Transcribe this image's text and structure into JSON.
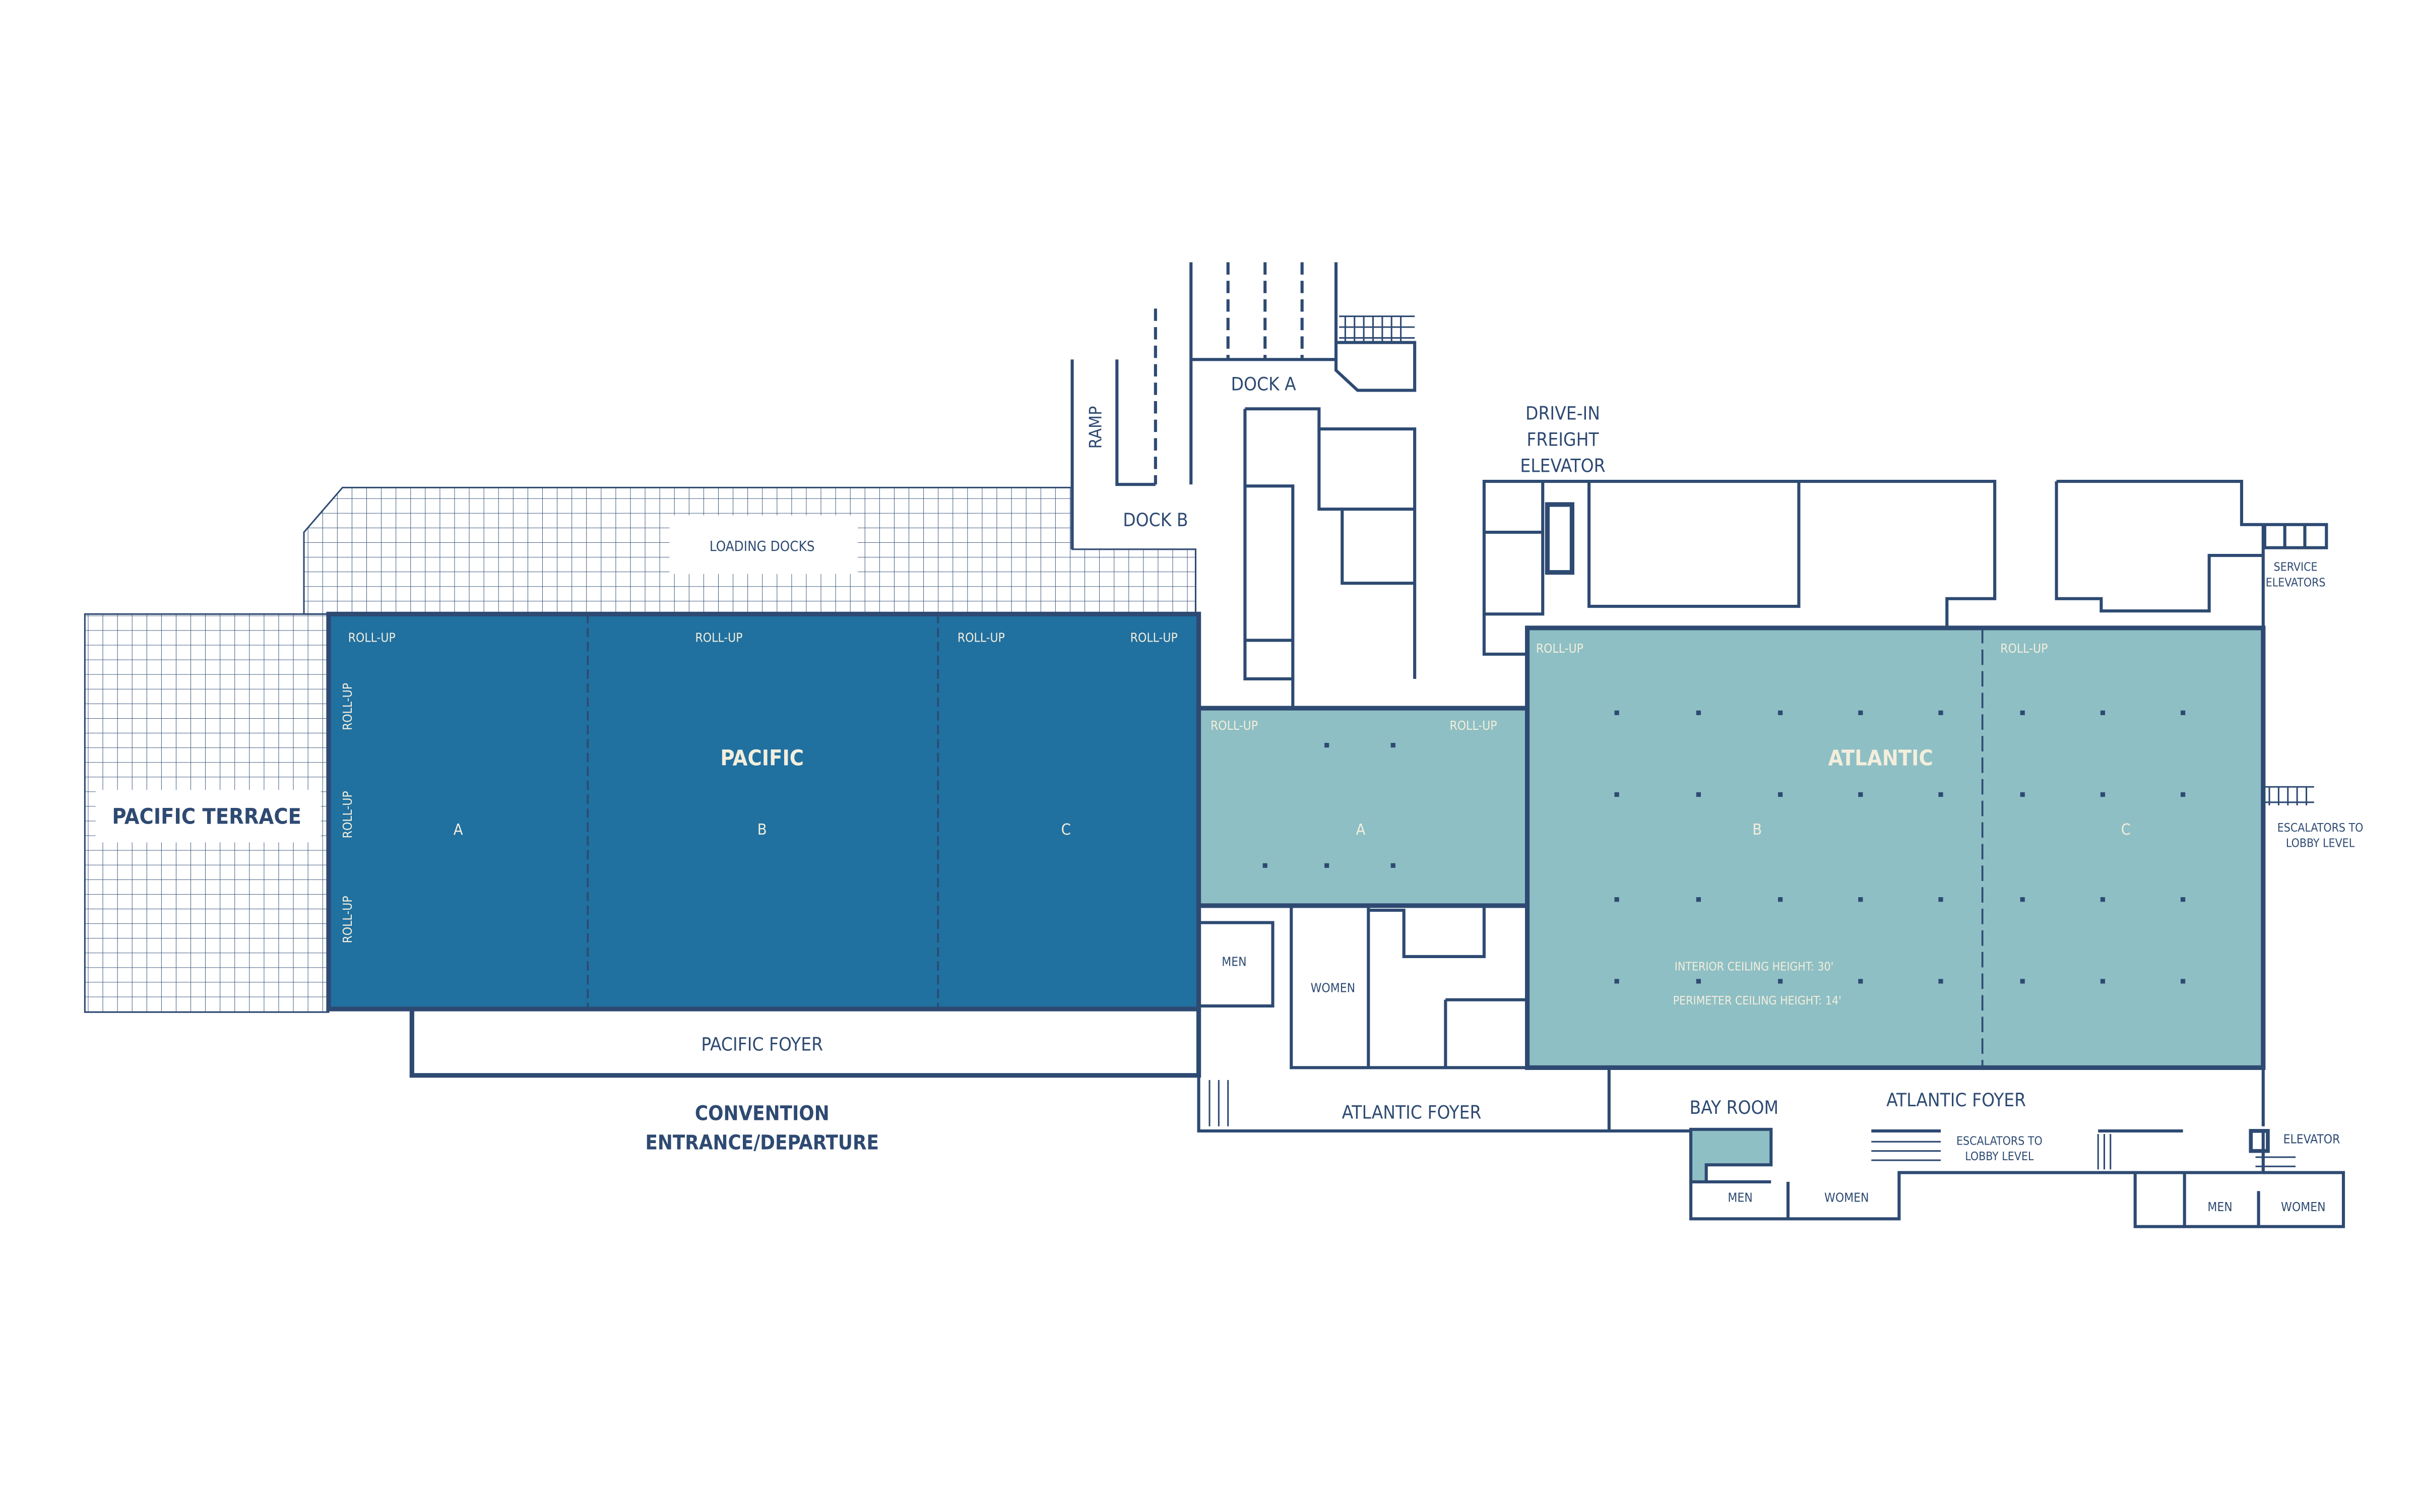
{
  "colors": {
    "pacific": "#2070a0",
    "atlantic": "#8ebfc4",
    "line": "#2e4a72",
    "inner_text": "#f3eedc"
  },
  "pacific": {
    "name": "PACIFIC",
    "sections": [
      "A",
      "B",
      "C"
    ],
    "rollups": [
      "ROLL-UP",
      "ROLL-UP",
      "ROLL-UP",
      "ROLL-UP",
      "ROLL-UP",
      "ROLL-UP",
      "ROLL-UP"
    ]
  },
  "pacific_terrace": "PACIFIC TERRACE",
  "loading_docks": "LOADING DOCKS",
  "pacific_foyer": "PACIFIC FOYER",
  "convention_entrance": [
    "CONVENTION",
    "ENTRANCE/DEPARTURE"
  ],
  "ramp": "RAMP",
  "dock_a": "DOCK A",
  "dock_b": "DOCK B",
  "freight_elevator": [
    "DRIVE-IN",
    "FREIGHT",
    "ELEVATOR"
  ],
  "service_elevators": [
    "SERVICE",
    "ELEVATORS"
  ],
  "atlantic": {
    "name": "ATLANTIC",
    "sections": [
      "A",
      "B",
      "C"
    ],
    "rollups": [
      "ROLL-UP",
      "ROLL-UP",
      "ROLL-UP",
      "ROLL-UP"
    ],
    "interior_ceiling": "INTERIOR CEILING HEIGHT: 30'",
    "perimeter_ceiling": "PERIMETER CEILING HEIGHT: 14'"
  },
  "escalators_right": [
    "ESCALATORS TO",
    "LOBBY LEVEL"
  ],
  "escalators_bottom": [
    "ESCALATORS TO",
    "LOBBY LEVEL"
  ],
  "restrooms": {
    "men": "MEN",
    "women": "WOMEN"
  },
  "atlantic_foyer": "ATLANTIC FOYER",
  "bay_room": "BAY ROOM",
  "elevator": "ELEVATOR"
}
